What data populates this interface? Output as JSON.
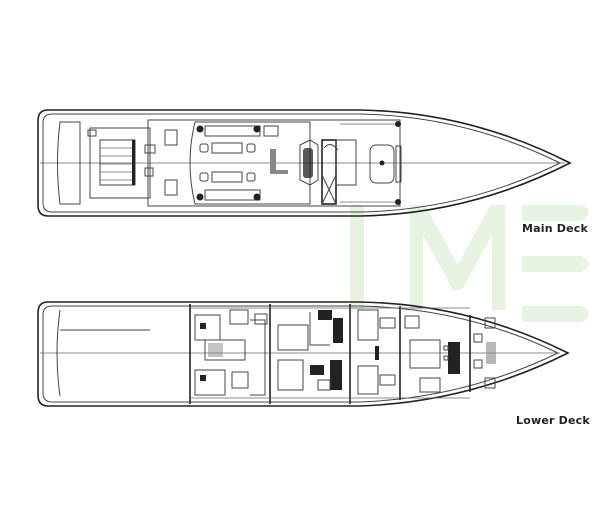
{
  "title": "Yacht deck plan",
  "decks": [
    {
      "id": "main",
      "label": "Main Deck"
    },
    {
      "id": "lower",
      "label": "Lower Deck"
    }
  ],
  "watermark": {
    "text": "IME",
    "color": "#e3f2dc"
  },
  "colors": {
    "line": "#444444",
    "label": "#222222"
  }
}
